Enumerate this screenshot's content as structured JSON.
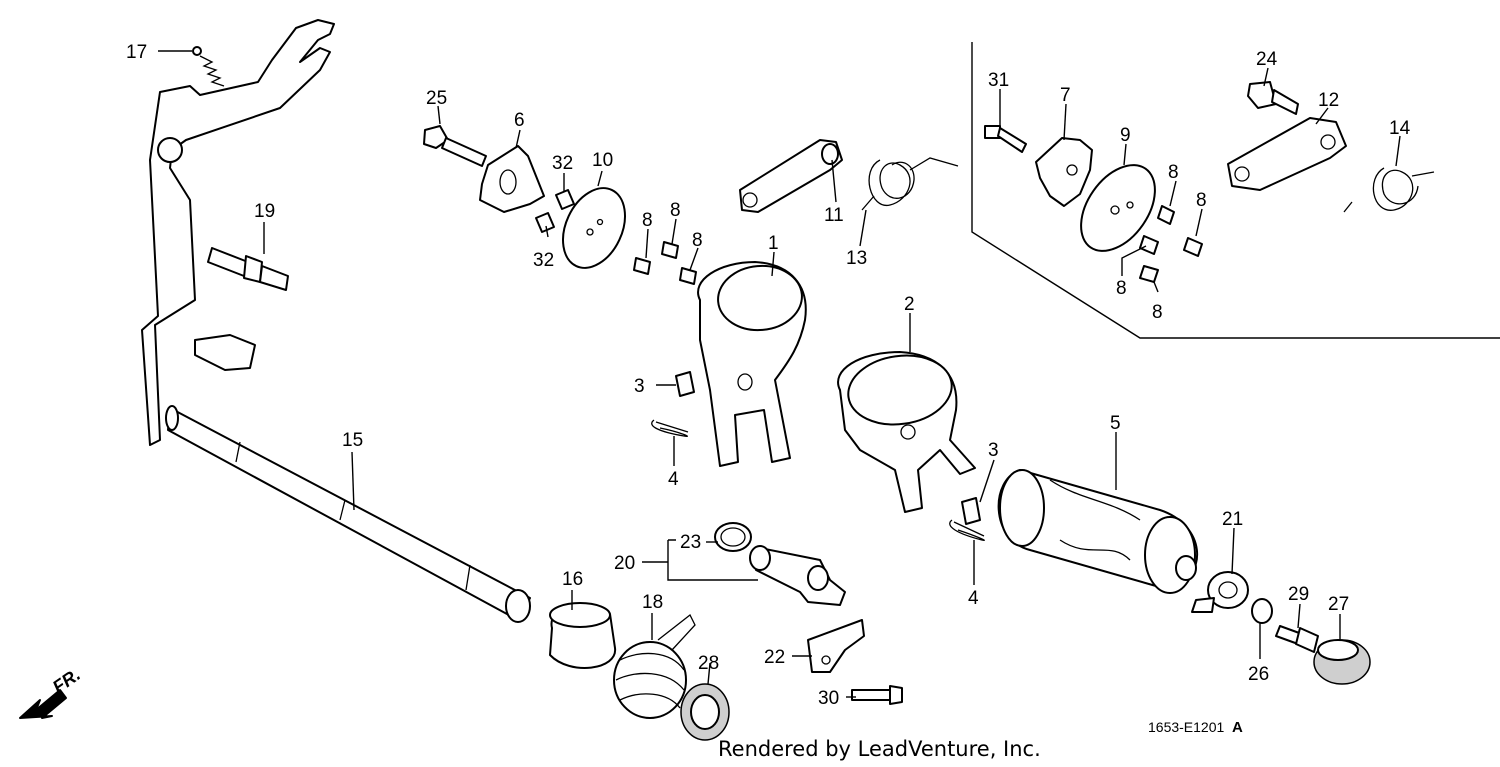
{
  "diagram": {
    "labels": {
      "p1": "1",
      "p2": "2",
      "p3a": "3",
      "p3b": "3",
      "p4a": "4",
      "p4b": "4",
      "p5": "5",
      "p6": "6",
      "p7": "7",
      "p8a": "8",
      "p8b": "8",
      "p8c": "8",
      "p8d": "8",
      "p8e": "8",
      "p8f": "8",
      "p8g": "8",
      "p9": "9",
      "p10": "10",
      "p11": "11",
      "p12": "12",
      "p13": "13",
      "p14": "14",
      "p15": "15",
      "p16": "16",
      "p17": "17",
      "p18": "18",
      "p19": "19",
      "p20": "20",
      "p21": "21",
      "p22": "22",
      "p23": "23",
      "p24": "24",
      "p25": "25",
      "p26": "26",
      "p27": "27",
      "p28": "28",
      "p29": "29",
      "p30": "30",
      "p31": "31",
      "p32a": "32",
      "p32b": "32"
    },
    "direction_label": "FR.",
    "diagram_code": "1653-E1201",
    "diagram_code_suffix": "A",
    "credit": "Rendered by LeadVenture, Inc."
  }
}
